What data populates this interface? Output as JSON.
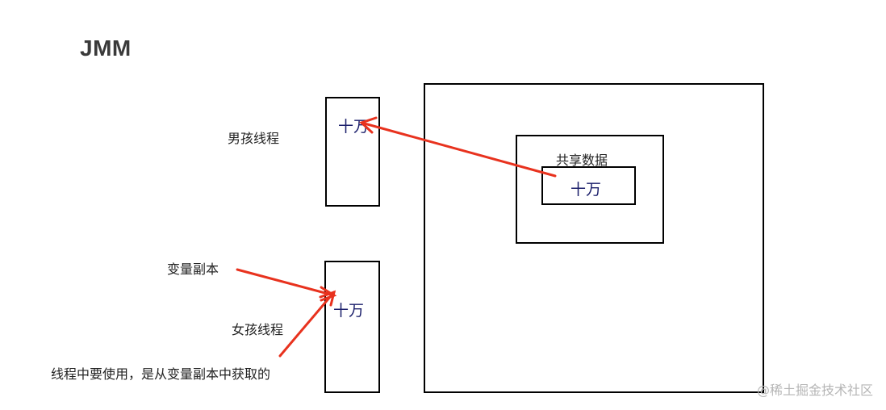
{
  "title": "JMM",
  "main_memory": {
    "shared_data_label": "共享数据",
    "shared_value": "十万"
  },
  "threads": [
    {
      "name": "男孩线程",
      "copy_value": "十万"
    },
    {
      "name": "女孩线程",
      "copy_value": "十万"
    }
  ],
  "annotations": {
    "variable_copy": "变量副本",
    "usage_note": "线程中要使用，是从变量副本中获取的"
  },
  "colors": {
    "arrow": "#e8321e",
    "value_text": "#1b1f6b",
    "border": "#000000"
  },
  "watermark": "@稀土掘金技术社区"
}
